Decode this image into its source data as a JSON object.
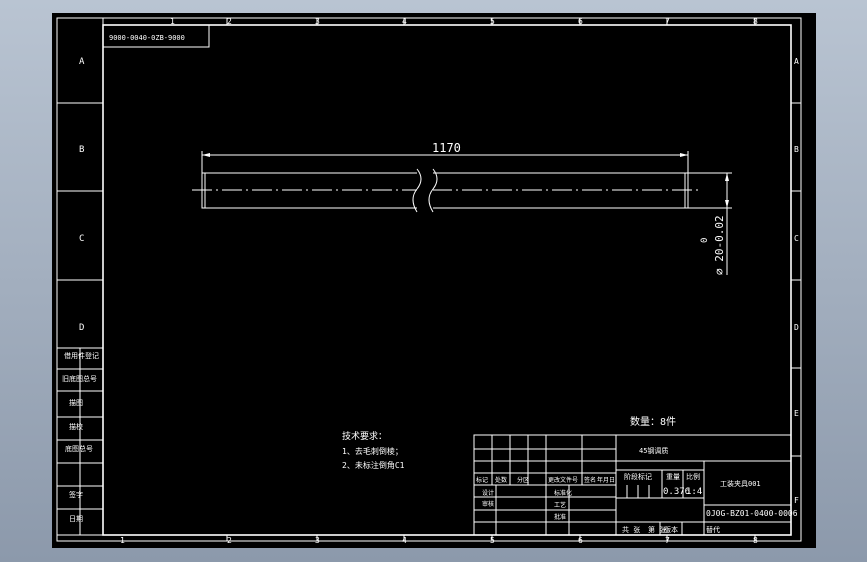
{
  "drawing": {
    "stamp_code": "9000-0040-0ZB-9000",
    "top_numbers": [
      "1",
      "2",
      "3",
      "4",
      "5",
      "6",
      "7",
      "8"
    ],
    "bottom_numbers": [
      "1",
      "2",
      "3",
      "4",
      "5",
      "6",
      "7",
      "8"
    ],
    "side_letters": [
      "A",
      "B",
      "C",
      "D"
    ],
    "right_letters": [
      "A",
      "B",
      "C",
      "D",
      "E",
      "F"
    ],
    "left_labels": [
      "借用件登记",
      "旧底图总号",
      "描图",
      "描校",
      "底图总号",
      "签字",
      "日期"
    ],
    "dimension_length": "1170",
    "diameter": "⌀ 20-0.02",
    "tolerance_upper": "0",
    "quantity": "数量：8件",
    "tech_title": "技术要求：",
    "tech_req_1": "1、去毛刺倒棱；",
    "tech_req_2": "2、未标注倒角C1",
    "title_block": {
      "part_name": "45钢调质",
      "weight_label": "重量",
      "ratio_label": "比例",
      "weight": "0.376",
      "ratio": "1:4",
      "stage_label": "阶段标记",
      "company": "工装夹具001",
      "drawing_number": "0J0G-BZ01-0400-0006",
      "sheet_label": "共 张",
      "sheet_of": "第 张",
      "version": "版本",
      "replace": "替代",
      "row_labels": [
        "标记",
        "处数",
        "分区",
        "更改文件号",
        "签名",
        "年月日"
      ],
      "sign_labels": [
        "设计",
        "审核",
        "工艺",
        "批准",
        "标准化"
      ]
    }
  }
}
